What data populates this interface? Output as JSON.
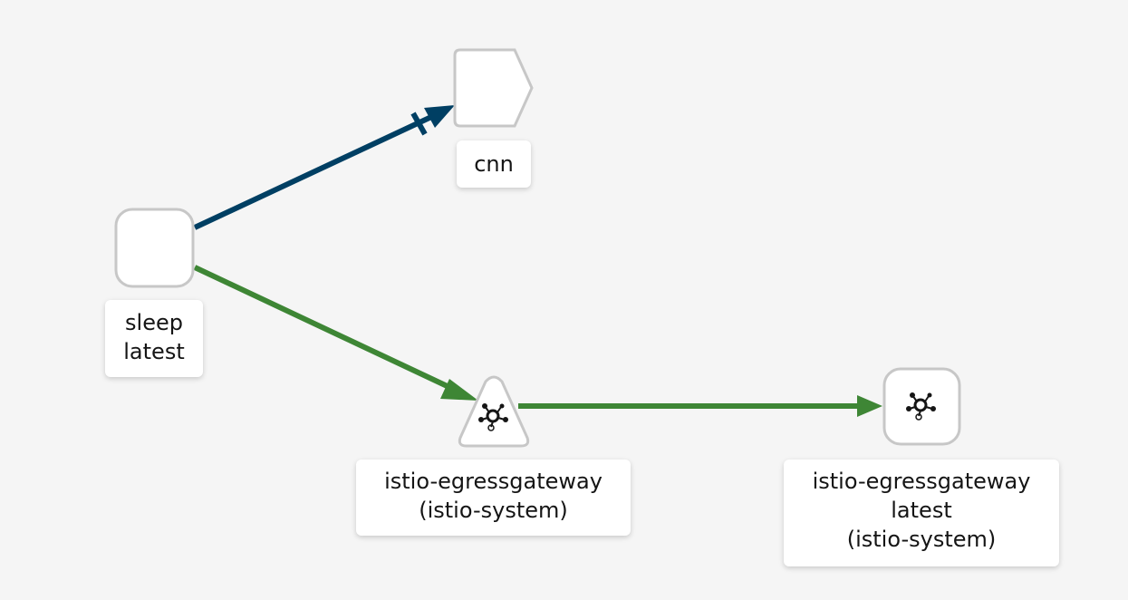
{
  "colors": {
    "background": "#f5f5f5",
    "edge_tcp": "#003f63",
    "edge_http": "#3e8635",
    "node_fill": "#ffffff",
    "node_border": "#c7c7c7",
    "icon": "#151515"
  },
  "nodes": {
    "cnn": {
      "shape": "service-entry-pentagon",
      "label_lines": [
        "cnn"
      ]
    },
    "sleep": {
      "shape": "workload-rounded-square",
      "label_lines": [
        "sleep",
        "latest"
      ]
    },
    "egressgateway_app": {
      "shape": "app-triangle",
      "icon": "mesh-network-icon",
      "label_lines": [
        "istio-egressgateway",
        "(istio-system)"
      ]
    },
    "egressgateway_workload": {
      "shape": "workload-rounded-square",
      "icon": "mesh-network-icon",
      "label_lines": [
        "istio-egressgateway",
        "latest",
        "(istio-system)"
      ]
    }
  },
  "edges": [
    {
      "from": "sleep",
      "to": "cnn",
      "color": "#003f63",
      "marker": "tcp-bar"
    },
    {
      "from": "sleep",
      "to": "egressgateway_app",
      "color": "#3e8635"
    },
    {
      "from": "egressgateway_app",
      "to": "egressgateway_workload",
      "color": "#3e8635"
    }
  ]
}
